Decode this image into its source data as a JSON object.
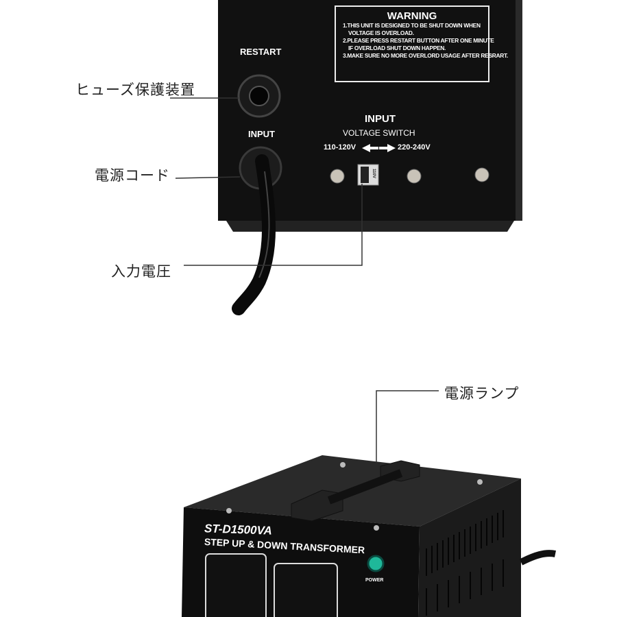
{
  "top_unit": {
    "warning": {
      "title": "WARNING",
      "lines": [
        "1.THIS UNIT IS DESIGNED TO BE SHUT DOWN WHEN",
        "VOLTAGE IS OVERLOAD.",
        "2.PLEASE PRESS RESTART BUTTON AFTER ONE MINUTE",
        "IF OVERLOAD SHUT DOWN HAPPEN.",
        "3.MAKE SURE NO MORE OVERLORD USAGE AFTER RESRART."
      ]
    },
    "restart_label": "RESTART",
    "input_label": "INPUT",
    "switch_title": "INPUT",
    "switch_subtitle": "VOLTAGE SWITCH",
    "switch_left": "110-120V",
    "switch_right": "220-240V",
    "switch_position": "110V"
  },
  "callouts": {
    "fuse": "ヒューズ保護装置",
    "power_cord": "電源コード",
    "input_voltage": "入力電圧",
    "power_lamp": "電源ランプ"
  },
  "bottom_unit": {
    "model": "ST-D1500VA",
    "description": "STEP UP & DOWN TRANSFORMER",
    "power_label": "POWER",
    "lamp_color": "#1fb89a"
  }
}
